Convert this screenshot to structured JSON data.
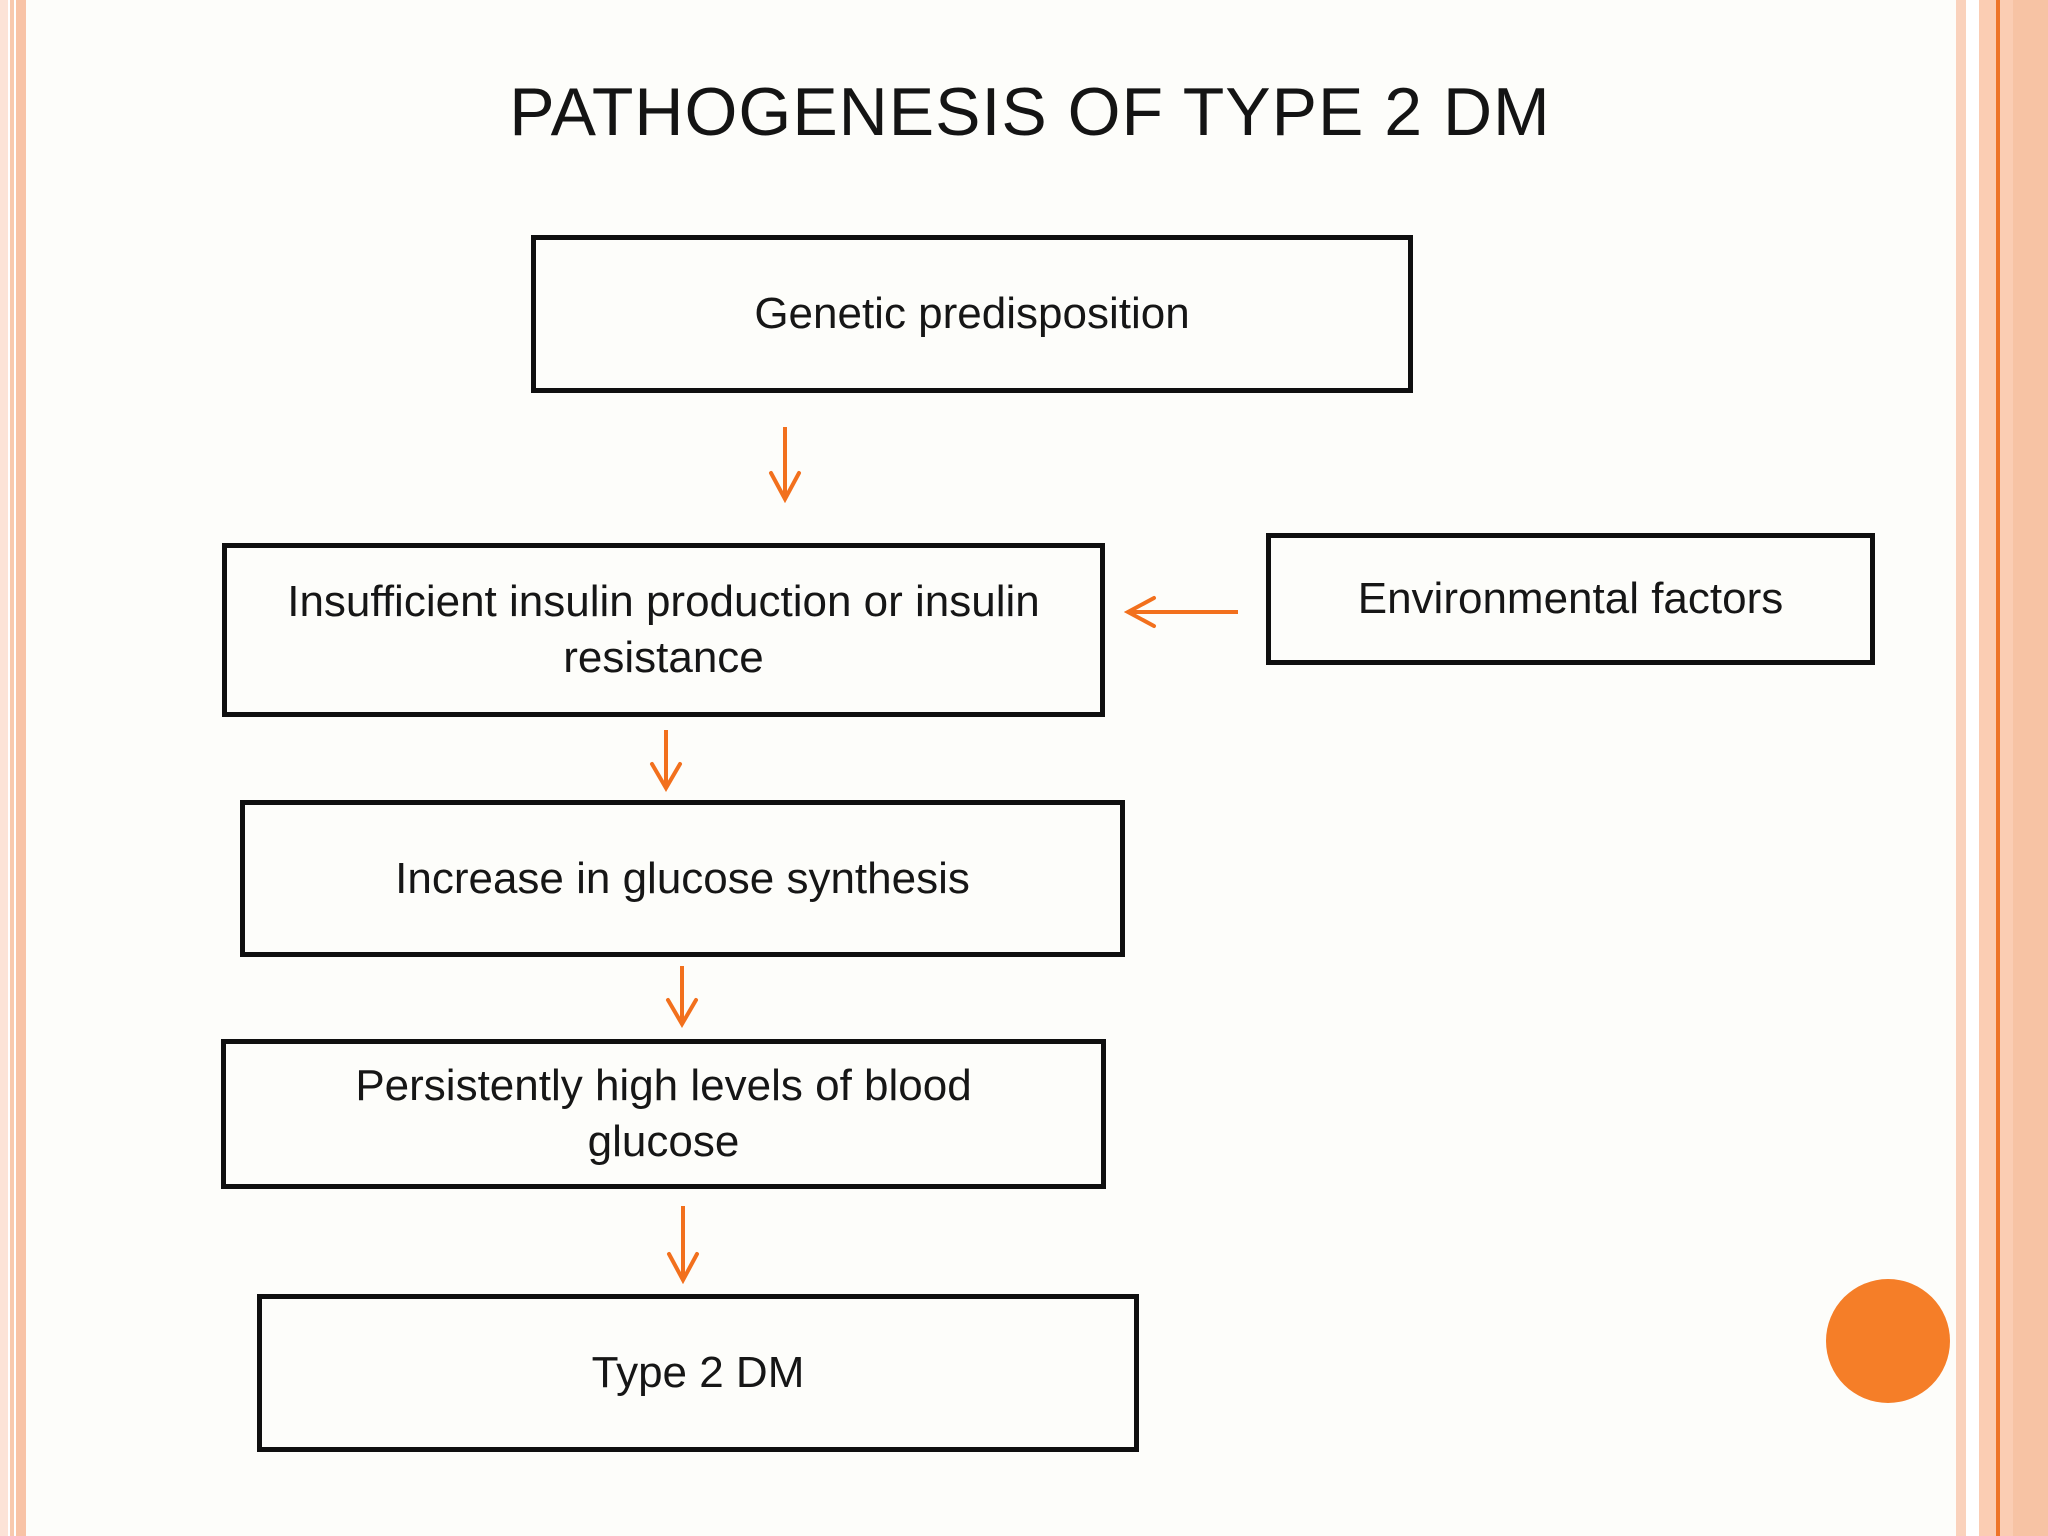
{
  "slide": {
    "title": "PATHOGENESIS OF TYPE 2 DM"
  },
  "flowchart": {
    "nodes": [
      {
        "id": "genetic",
        "label": "Genetic predisposition"
      },
      {
        "id": "insulin",
        "label": "Insufficient insulin production or insulin resistance"
      },
      {
        "id": "environment",
        "label": "Environmental factors"
      },
      {
        "id": "glucose_synthesis",
        "label": "Increase in glucose synthesis"
      },
      {
        "id": "high_blood_glucose",
        "label": "Persistently high levels of blood glucose"
      },
      {
        "id": "type2dm",
        "label": "Type 2 DM"
      }
    ],
    "edges": [
      {
        "from": "genetic",
        "to": "insulin",
        "direction": "down"
      },
      {
        "from": "environment",
        "to": "insulin",
        "direction": "left"
      },
      {
        "from": "insulin",
        "to": "glucose_synthesis",
        "direction": "down"
      },
      {
        "from": "glucose_synthesis",
        "to": "high_blood_glucose",
        "direction": "down"
      },
      {
        "from": "high_blood_glucose",
        "to": "type2dm",
        "direction": "down"
      }
    ]
  },
  "decorations": {
    "accent_circle": "orange-filled-circle-bottom-right",
    "left_border": "triple-peach-vertical-stripes",
    "right_border": "peach-band-with-orange-accent-line"
  },
  "colors": {
    "arrow_orange": "#f2701d",
    "accent_circle_orange": "#f57e28",
    "stripe_peach": "#f8c3a6",
    "stripe_orange_line": "#ee7428",
    "box_border": "#0f0f0f",
    "background": "#fdfdfa",
    "text": "#161616"
  }
}
